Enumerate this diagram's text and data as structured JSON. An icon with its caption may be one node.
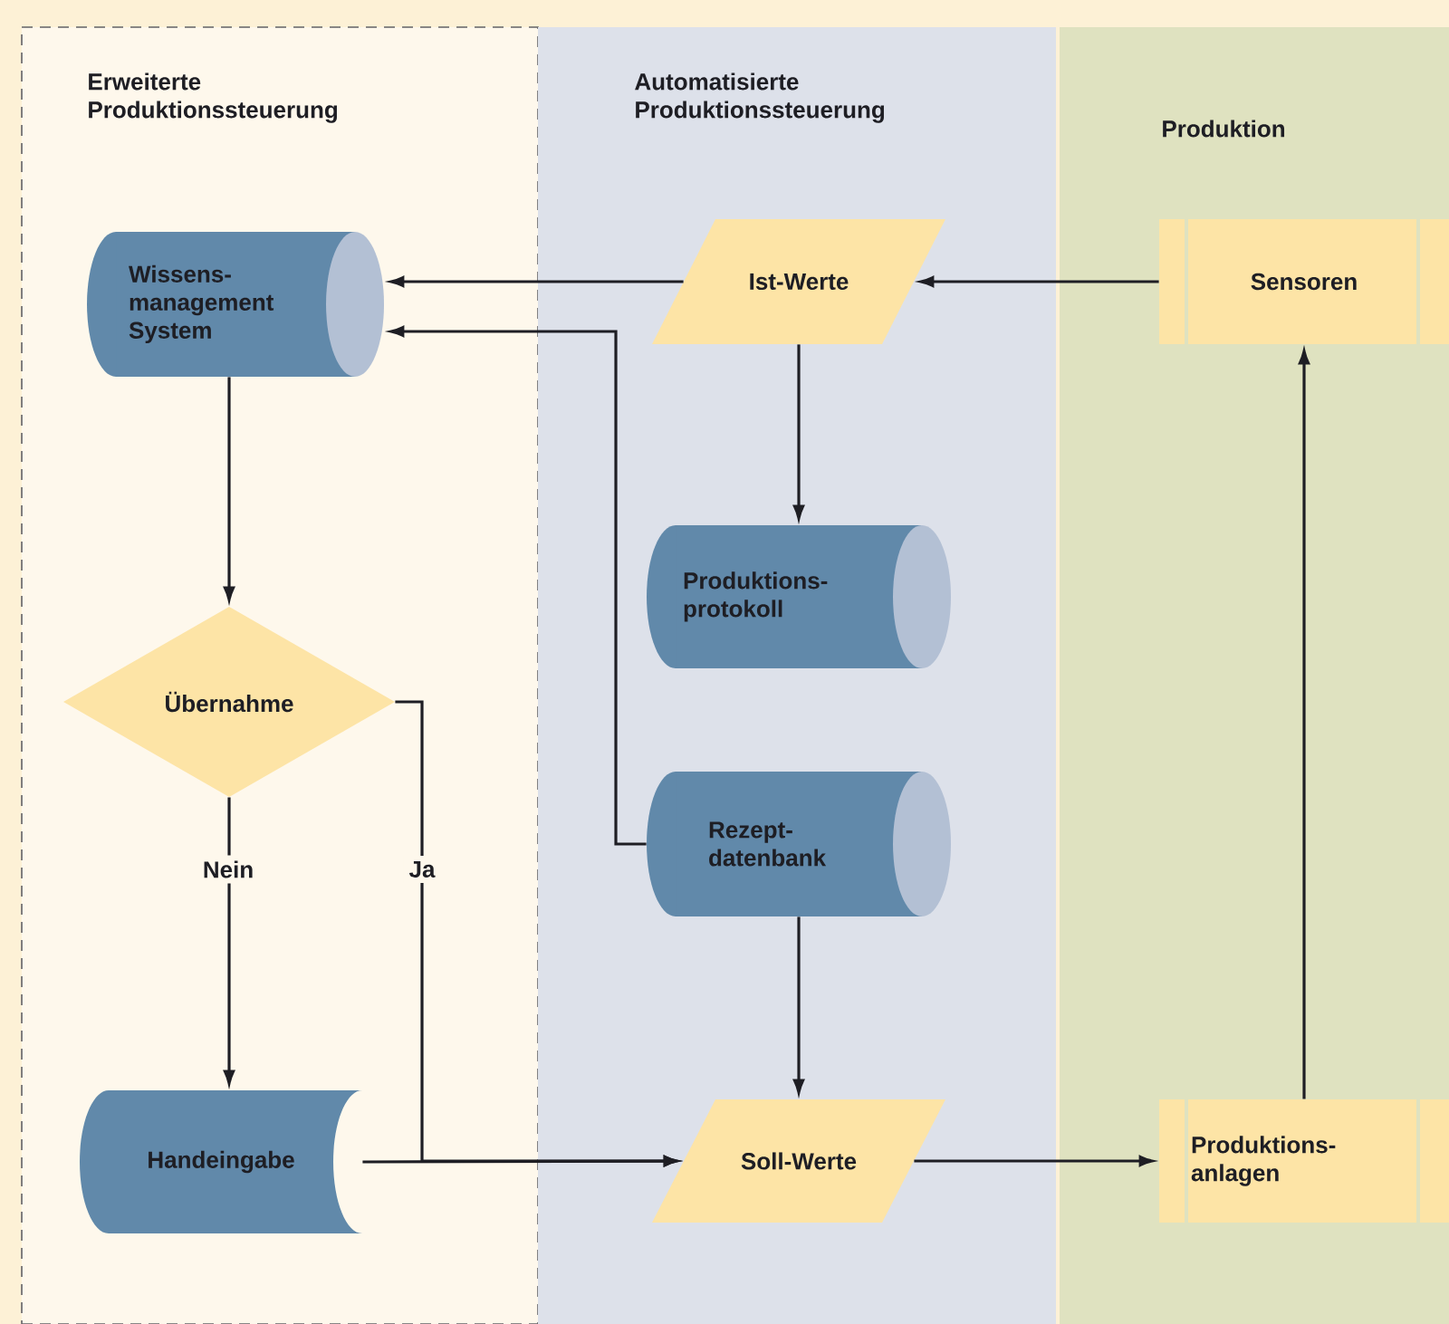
{
  "diagram": {
    "nodes": [
      {
        "text": [
          "Erweiterte Produktionssteuerung"
        ]
      },
      {
        "text": [
          "Automatisierte Produktionssteuerung"
        ]
      },
      {
        "text": [
          "Produktion"
        ]
      },
      {
        "text": [
          "Wissens-management System"
        ],
        "in": 0
      },
      {
        "text": [
          "Ist-Werte"
        ],
        "in": 1
      },
      {
        "text": [
          "Sensoren"
        ],
        "in": 2
      },
      {
        "text": [
          "Übernahme"
        ],
        "in": 0
      },
      {
        "text": [
          "Produktions-protokoll"
        ],
        "in": 1
      },
      {
        "text": [
          "Rezept-datenbank"
        ],
        "in": 1
      },
      {
        "text": [
          "Handeingabe"
        ],
        "in": 0
      },
      {
        "text": [
          "Soll-Werte"
        ],
        "in": 1
      },
      {
        "text": [
          "Produktions-anlagen"
        ],
        "in": 2
      }
    ],
    "edges": [
      {
        "from": 5,
        "to": 4,
        "arrow": "to"
      },
      {
        "from": 4,
        "to": 3,
        "arrow": "to"
      },
      {
        "from": 8,
        "to": 3,
        "arrow": "to"
      },
      {
        "from": 4,
        "to": 7,
        "arrow": "to"
      },
      {
        "from": 3,
        "to": 6,
        "arrow": "to"
      },
      {
        "from": 6,
        "to": 9,
        "label": "Nein",
        "arrow": "to"
      },
      {
        "from": 6,
        "to": 10,
        "label": "Ja",
        "arrow": "to"
      },
      {
        "from": 9,
        "to": 10,
        "arrow": "to"
      },
      {
        "from": 8,
        "to": 10,
        "arrow": "to"
      },
      {
        "from": 10,
        "to": 11,
        "arrow": "to"
      },
      {
        "from": 11,
        "to": 5,
        "arrow": "to"
      }
    ]
  }
}
